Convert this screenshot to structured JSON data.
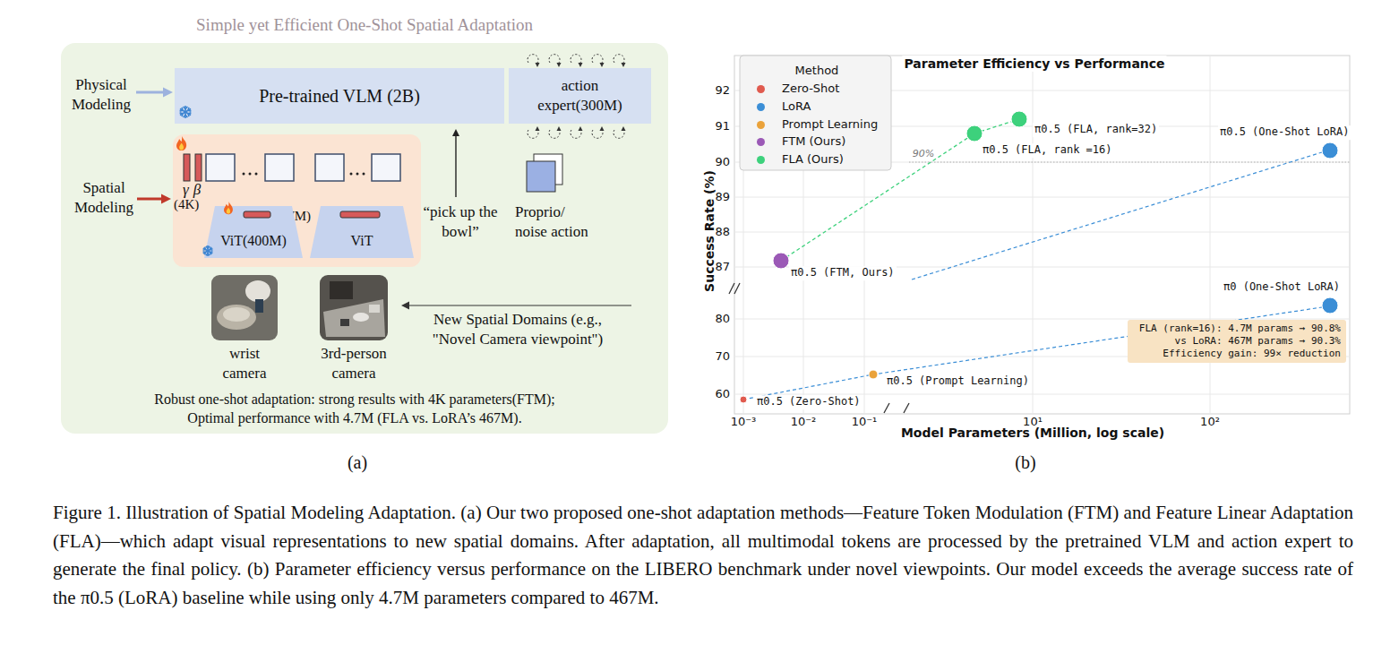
{
  "diagram": {
    "caption": "Figure 1. Illustration of Spatial Modeling Adaptation. (a) Our two proposed one-shot adaptation methods—Feature Token Modulation (FTM) and Feature Linear Adaptation (FLA)—which adapt visual representations to new spatial domains. After adaptation, all multimodal tokens are processed by the pretrained VLM and action expert to generate the final policy. (b) Parameter efficiency versus performance on the LIBERO benchmark under novel viewpoints. Our model exceeds the average success rate of the π0.5 (LoRA) baseline while using only 4.7M parameters compared to 467M.",
    "nodes": [
      {
        "text": [
          "Simple yet Efficient One-Shot Spatial Adaptation",
          "Robust one-shot adaptation: strong results with 4K parameters(FTM); Optimal performance with 4.7M (FLA vs. LoRA’s 467M)."
        ]
      },
      {
        "text": [
          "Pre-trained VLM (2B)"
        ],
        "in": 0
      },
      {
        "text": [
          "action expert(300M)"
        ],
        "in": 0
      },
      {
        "text": [
          "γβ",
          "(4K)",
          "(4.7M)"
        ],
        "in": 0
      },
      {
        "text": [
          "ViT(400M)"
        ],
        "in": 3
      },
      {
        "text": [
          "ViT"
        ],
        "in": 3
      },
      {
        "text": [
          "FLA (rank=16): 4.7M params → 90.8% vs LoRA: 467M params → 90.3% Efficiency gain: 99× reduction"
        ]
      }
    ],
    "labels": [
      "Physical Modeling",
      "Spatial Modeling",
      "“pick up the bowl”",
      "Proprio/ noise action",
      "wrist camera",
      "3rd-person camera",
      "New Spatial Domains (e.g., \"Novel Camera viewpoint\")",
      "(a)",
      "Parameter Efficiency vs Performance",
      "Method",
      "Success Rate (%)",
      "Model Parameters (Million, log scale)",
      "92",
      "91",
      "90",
      "89",
      "88",
      "87",
      "80",
      "70",
      "60",
      "10⁻³",
      "10⁻²",
      "10⁻¹",
      "10¹",
      "10²",
      "90%",
      "π0.5 (FLA, rank=32)",
      "π0.5 (FLA, rank =16)",
      "π0.5 (One-Shot LoRA)",
      "π0 (One-Shot LoRA)",
      "π0.5 (FTM, Ours)",
      "π0.5 (Prompt Learning)",
      "π0.5 (Zero-Shot)",
      "(b)"
    ],
    "legend": [
      {
        "text": "Zero-Shot",
        "color": "#e05a4e"
      },
      {
        "text": "LoRA",
        "color": "#3b8ed6"
      },
      {
        "text": "Prompt Learning",
        "color": "#eaa23a"
      },
      {
        "text": "FTM (Ours)",
        "color": "#9b59b6"
      },
      {
        "text": "FLA (Ours)",
        "color": "#3dd17c"
      }
    ]
  }
}
